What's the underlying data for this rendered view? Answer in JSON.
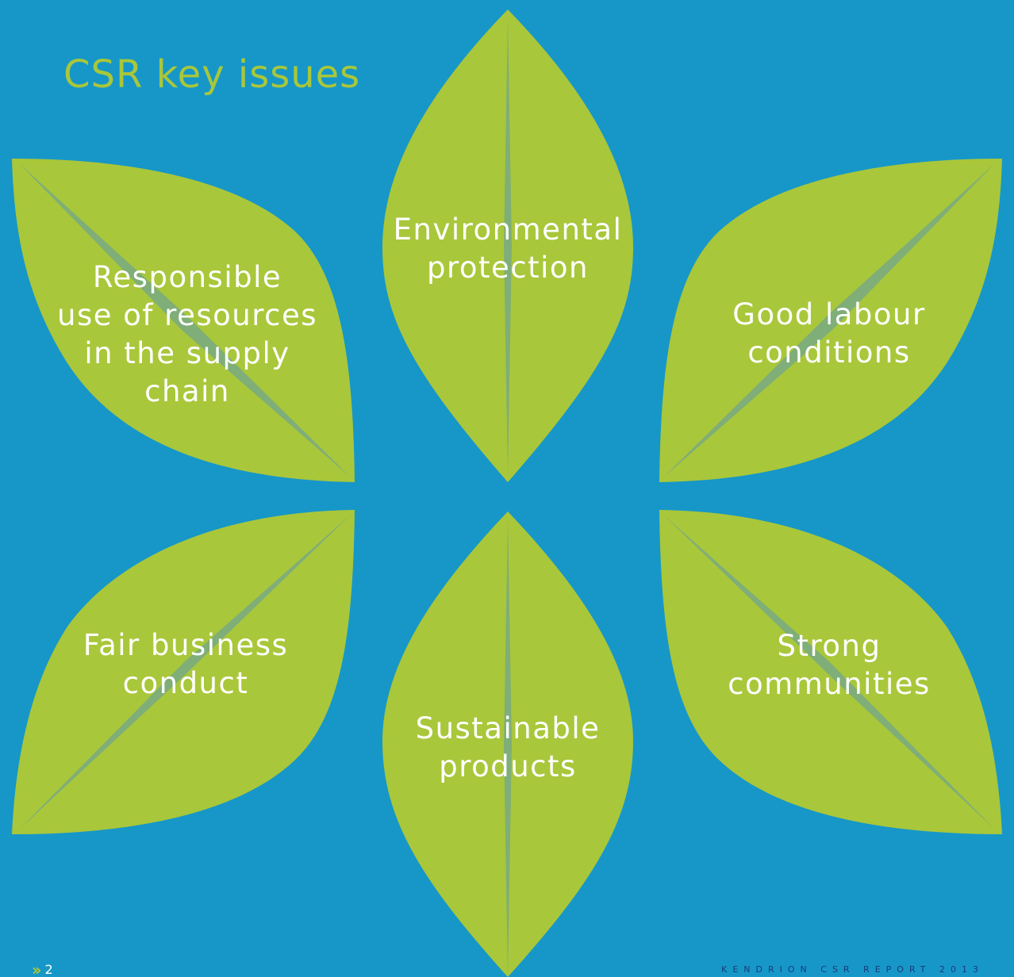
{
  "title": "CSR key issues",
  "leaves": {
    "environmental": {
      "lines": [
        "Environmental",
        "protection"
      ]
    },
    "responsible": {
      "lines": [
        "Responsible",
        "use of resources",
        "in the supply",
        "chain"
      ]
    },
    "labour": {
      "lines": [
        "Good labour",
        "conditions"
      ]
    },
    "fair": {
      "lines": [
        "Fair business",
        "conduct"
      ]
    },
    "sustainable": {
      "lines": [
        "Sustainable",
        "products"
      ]
    },
    "communities": {
      "lines": [
        "Strong",
        "communities"
      ]
    }
  },
  "footer": {
    "page_icon": "double-chevron-right-icon",
    "page_number": "2",
    "report_title": "KENDRION CSR REPORT 2013"
  },
  "colors": {
    "background": "#1797c8",
    "leaf": "#a9c73a",
    "vein": "#7fae78",
    "label": "#ffffff",
    "footer_text": "#173c7a"
  }
}
